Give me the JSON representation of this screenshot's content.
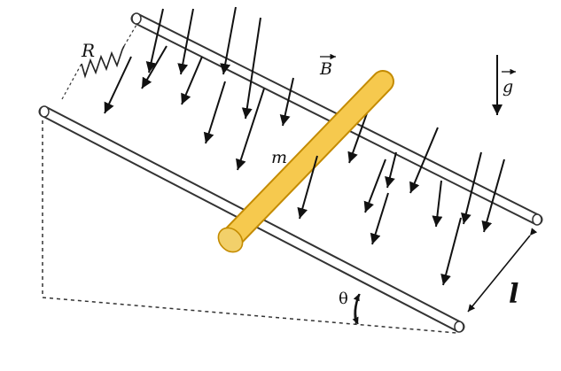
{
  "diagram": {
    "labels": {
      "resistor": "R",
      "magnetic_field": "B",
      "mass": "m",
      "gravity": "g",
      "angle": "θ",
      "length": "l"
    },
    "colors": {
      "rod_fill": "#F6C94E",
      "rod_stroke": "#C48B00",
      "rod_end": "#F2D06A",
      "rail_stroke": "#333333",
      "arrow": "#111111",
      "dashed": "#333333"
    }
  }
}
